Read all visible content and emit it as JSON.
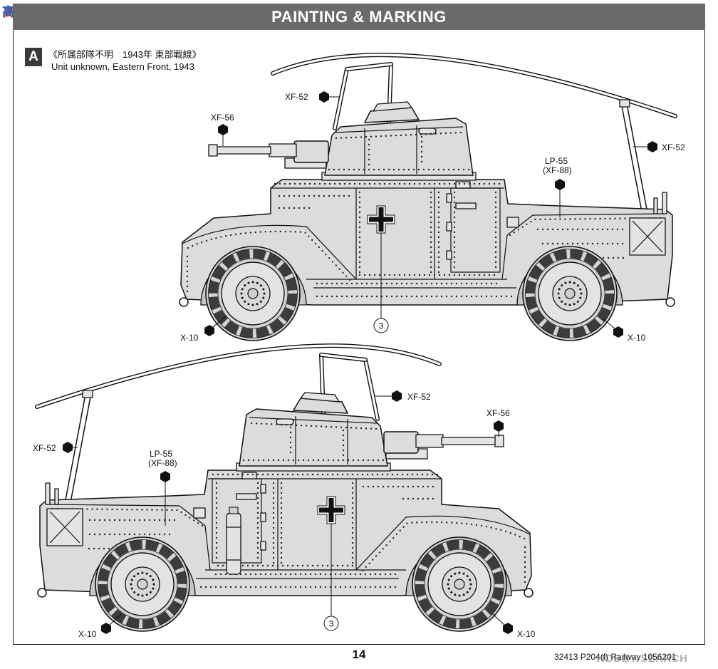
{
  "watermark": {
    "logo": "高网",
    "site": "HOBBY SEARCH"
  },
  "header": {
    "title": "PAINTING & MARKING"
  },
  "section": {
    "badge": "A",
    "title_jp": "《所属部隊不明　1943年 東部戦線》",
    "title_en": "Unit unknown, Eastern Front, 1943"
  },
  "vehicle_top": {
    "callouts": {
      "antenna_frame": "XF-52",
      "gun": "XF-56",
      "rear_antenna": "XF-52",
      "hull_color": "LP-55",
      "hull_color_alt": "(XF-88)",
      "front_tire": "X-10",
      "rear_tire": "X-10",
      "marking_ref": "3"
    }
  },
  "vehicle_bottom": {
    "callouts": {
      "antenna_frame": "XF-52",
      "gun": "XF-56",
      "rear_antenna": "XF-52",
      "hull_color": "LP-55",
      "hull_color_alt": "(XF-88)",
      "front_tire": "X-10",
      "rear_tire": "X-10",
      "marking_ref": "3"
    }
  },
  "footer": {
    "page_number": "14",
    "code": "32413 P204(f) Railway 1056201"
  },
  "colors": {
    "header_bg": "#6a6a6a",
    "badge_bg": "#3a3a3a",
    "hull": "#dcdcdc",
    "tire_tread": "#3c3c3c"
  },
  "icons": {
    "paint_callout": "paint-callout-marker-icon",
    "marking_reference": "circled-number-icon",
    "national_insignia": "balkenkreuz-icon"
  }
}
